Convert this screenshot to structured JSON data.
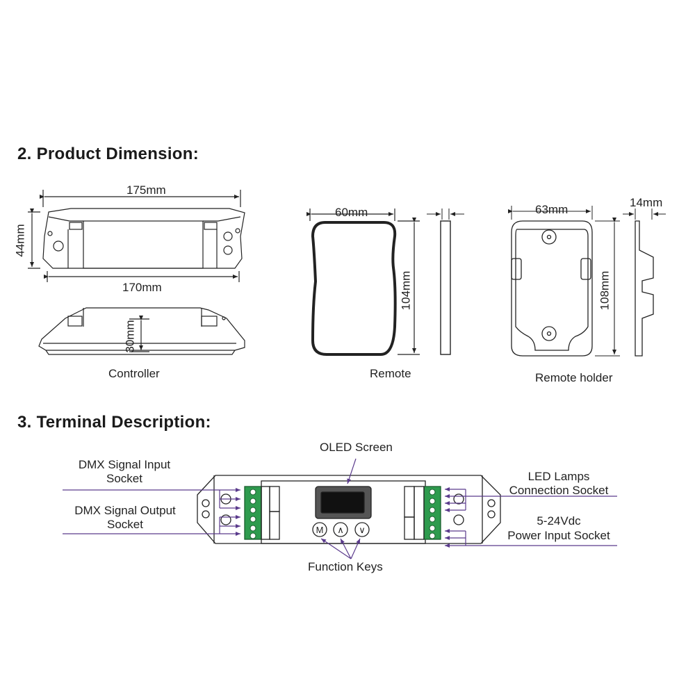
{
  "sections": {
    "dimension_title": "2.  Product Dimension:",
    "terminal_title": "3.  Terminal Description:"
  },
  "controller": {
    "caption": "Controller",
    "dim_length_outer": "175mm",
    "dim_length_inner": "170mm",
    "dim_height": "44mm",
    "dim_depth": "30mm"
  },
  "remote": {
    "caption": "Remote",
    "dim_width": "60mm",
    "dim_height": "104mm"
  },
  "remote_holder": {
    "caption": "Remote holder",
    "dim_width": "63mm",
    "dim_height": "108mm",
    "dim_depth": "14mm"
  },
  "terminal": {
    "dmx_input_line1": "DMX Signal Input",
    "dmx_input_line2": "Socket",
    "dmx_output_line1": "DMX Signal Output",
    "dmx_output_line2": "Socket",
    "oled_screen": "OLED Screen",
    "function_keys": "Function Keys",
    "led_lamps_line1": "LED Lamps",
    "led_lamps_line2": "Connection Socket",
    "power_line1": "5-24Vdc",
    "power_line2": "Power Input Socket",
    "key_m": "M",
    "key_up": "∧",
    "key_down": "∨"
  },
  "colors": {
    "leader_line": "#5a3a8c",
    "terminal_green": "#2e9b4e",
    "outline": "#222222"
  }
}
